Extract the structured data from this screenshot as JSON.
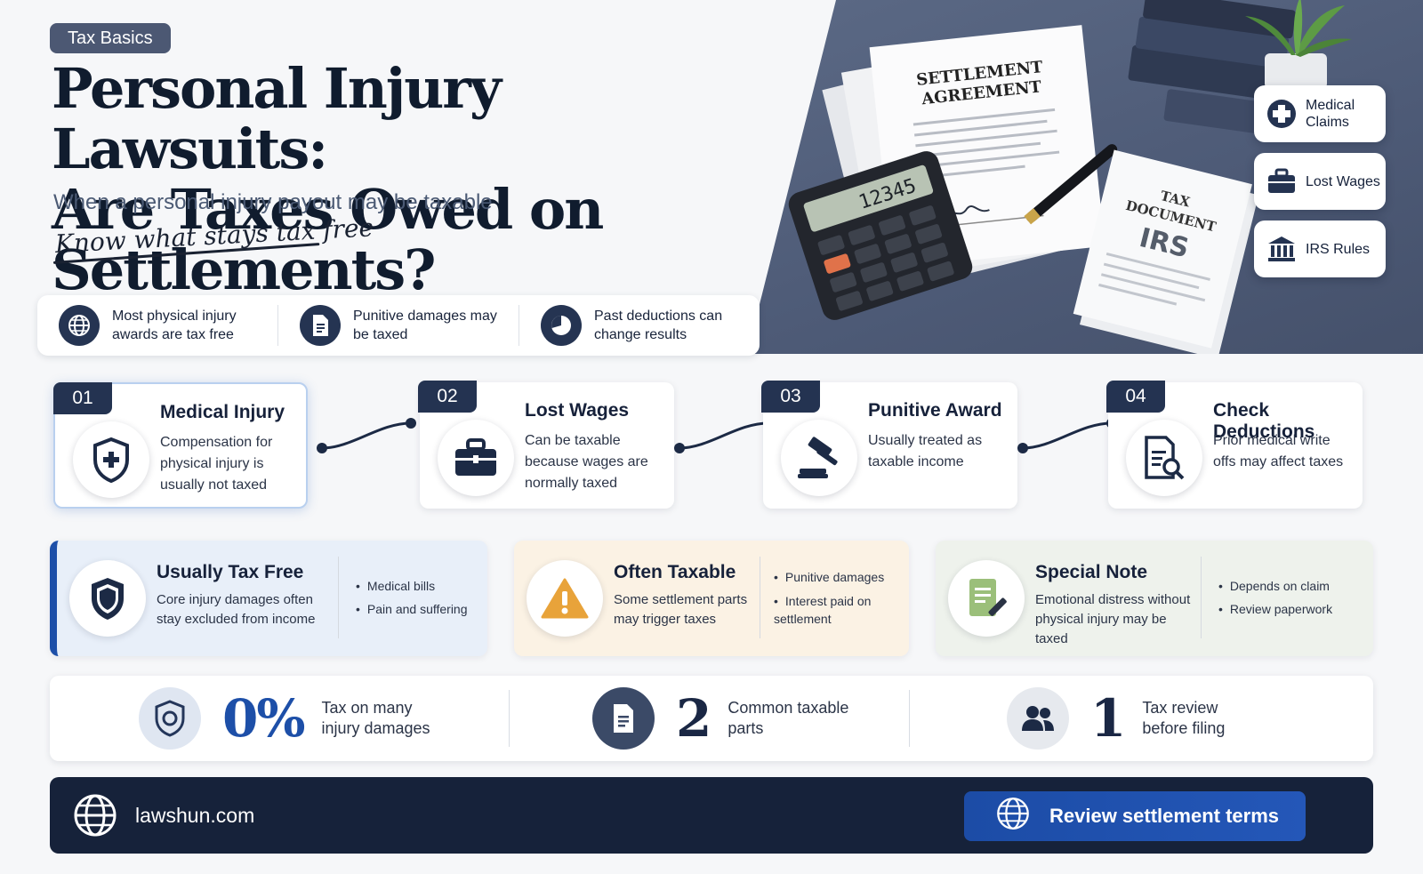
{
  "header": {
    "tag": "Tax Basics",
    "title_line1": "Personal Injury Lawsuits:",
    "title_line2": "Are Taxes Owed on Settlements?",
    "subtitle": "When a personal injury payout may be taxable",
    "script": "Know what stays tax free"
  },
  "facts": [
    {
      "icon": "globe-icon",
      "text": "Most physical injury awards are tax free"
    },
    {
      "icon": "document-icon",
      "text": "Punitive damages may be taxed"
    },
    {
      "icon": "pie-chart-icon",
      "text": "Past deductions can change results"
    }
  ],
  "hero": {
    "settlement_doc": "SETTLEMENT AGREEMENT",
    "tax_doc_line1": "TAX",
    "tax_doc_line2": "DOCUMENT",
    "tax_doc_line3": "IRS",
    "calculator_display": "12345"
  },
  "chips": [
    {
      "icon": "medical-cross-icon",
      "text": "Medical Claims"
    },
    {
      "icon": "briefcase-icon",
      "text": "Lost Wages"
    },
    {
      "icon": "bank-icon",
      "text": "IRS Rules"
    }
  ],
  "steps": [
    {
      "num": "01",
      "title": "Medical Injury",
      "body": "Compensation for physical injury is usually not taxed",
      "icon": "shield-cross-icon"
    },
    {
      "num": "02",
      "title": "Lost Wages",
      "body": "Can be taxable because wages are normally taxed",
      "icon": "briefcase-icon"
    },
    {
      "num": "03",
      "title": "Punitive Award",
      "body": "Usually treated as taxable income",
      "icon": "gavel-icon"
    },
    {
      "num": "04",
      "title": "Check Deductions",
      "body": "Prior medical write offs may affect taxes",
      "icon": "document-search-icon"
    }
  ],
  "categories": [
    {
      "title": "Usually Tax Free",
      "body": "Core injury damages often stay excluded from income",
      "items": [
        "Medical bills",
        "Pain and suffering"
      ],
      "icon": "shield-icon"
    },
    {
      "title": "Often Taxable",
      "body": "Some settlement parts may trigger taxes",
      "items": [
        "Punitive damages",
        "Interest paid on settlement"
      ],
      "icon": "warning-icon"
    },
    {
      "title": "Special Note",
      "body": "Emotional distress without physical injury may be taxed",
      "items": [
        "Depends on claim",
        "Review paperwork"
      ],
      "icon": "note-pencil-icon"
    }
  ],
  "stats": [
    {
      "value": "0%",
      "label": "Tax on many injury damages",
      "icon": "shield-badge-icon"
    },
    {
      "value": "2",
      "label": "Common taxable parts",
      "icon": "document-icon"
    },
    {
      "value": "1",
      "label": "Tax review before filing",
      "icon": "users-icon"
    }
  ],
  "footer": {
    "site": "lawshun.com",
    "cta": "Review settlement terms"
  },
  "colors": {
    "navy": "#16223a",
    "accent_blue": "#1d4fa8",
    "warning_orange": "#e8a33a",
    "note_green": "#9bbf7a",
    "hero_slate": "#4d5a76"
  }
}
